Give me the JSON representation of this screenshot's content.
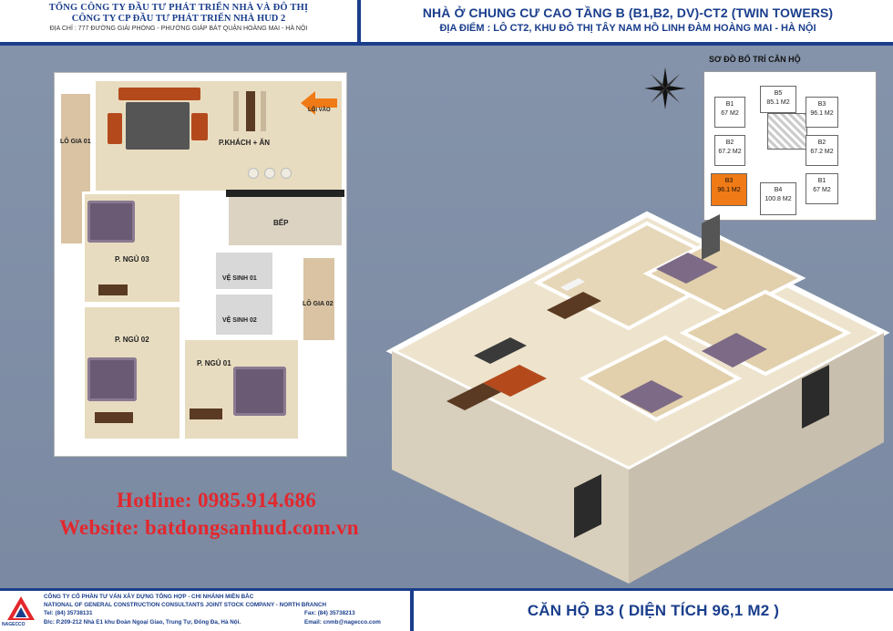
{
  "header": {
    "left_line1": "TỔNG CÔNG TY ĐẦU TƯ PHÁT TRIỂN NHÀ VÀ ĐÔ THỊ",
    "left_line2": "CÔNG TY CP ĐẦU TƯ  PHÁT TRIỂN NHÀ HUD 2",
    "left_address": "ĐỊA CHỈ : 777 ĐƯỜNG  GIẢI PHÓNG - PHƯỜNG GIÁP BÁT QUẬN HOÀNG MAI - HÀ NỘI",
    "right_title": "NHÀ Ở CHUNG CƯ CAO TẦNG B (B1,B2, DV)-CT2 (TWIN TOWERS)",
    "right_location": "ĐỊA ĐIỂM : LÔ CT2, KHU ĐÔ THỊ  TÂY NAM HỒ LINH ĐÀM   HOÀNG MAI - HÀ NỘI"
  },
  "plan": {
    "rooms": {
      "lo_gia_01": "LÔ GIA 01",
      "khach_an": "P.KHÁCH + ĂN",
      "loi_vao": "LỐI VÀO",
      "bep": "BẾP",
      "ngu_03": "P. NGỦ 03",
      "ve_sinh_01": "VỆ SINH 01",
      "ve_sinh_02": "VỆ SINH 02",
      "lo_gia_02": "LÔ GIA 02",
      "ngu_02": "P. NGỦ 02",
      "ngu_01": "P. NGỦ 01"
    }
  },
  "minimap": {
    "title": "SƠ ĐỒ BỐ TRÍ CĂN HỘ",
    "units": [
      {
        "code": "B1",
        "area": "67 M2"
      },
      {
        "code": "B5",
        "area": "85.1 M2"
      },
      {
        "code": "B3",
        "area": "96.1 M2"
      },
      {
        "code": "B2",
        "area": "67.2 M2"
      },
      {
        "code": "B2",
        "area": "67.2 M2"
      },
      {
        "code": "B3",
        "area": "96.1 M2"
      },
      {
        "code": "B4",
        "area": "100.8 M2"
      },
      {
        "code": "B1",
        "area": "67 M2"
      }
    ]
  },
  "contact": {
    "hotline": "Hotline: 0985.914.686",
    "website": "Website: batdongsanhud.com.vn"
  },
  "footer": {
    "logo_caption": "NAGECCO",
    "company_vn": "CÔNG TY  CỔ PHẦN TƯ VẤN XÂY DỰNG TỔNG HỢP - CHI NHÁNH MIỀN BẮC",
    "company_en": "NATIONAL OF GENERAL CONSTRUCTION CONSULTANTS JOINT STOCK COMPANY   -  NORTH BRANCH",
    "tel": "Tel: (84) 35738131",
    "fax": "Fax: (84) 35738213",
    "address": "Đ/c: P.209-212 Nhà E1 khu Đoàn Ngoại Giao, Trung Tự, Đống Đa, Hà Nội.",
    "email": "Email: cnmb@nagecco.com",
    "unit_title": "CĂN HỘ B3 ( DIỆN TÍCH 96,1 M2 )"
  },
  "colors": {
    "brand_blue": "#1a3e8c",
    "hotline_red": "#e3272d",
    "selected_unit": "#f07a16"
  }
}
